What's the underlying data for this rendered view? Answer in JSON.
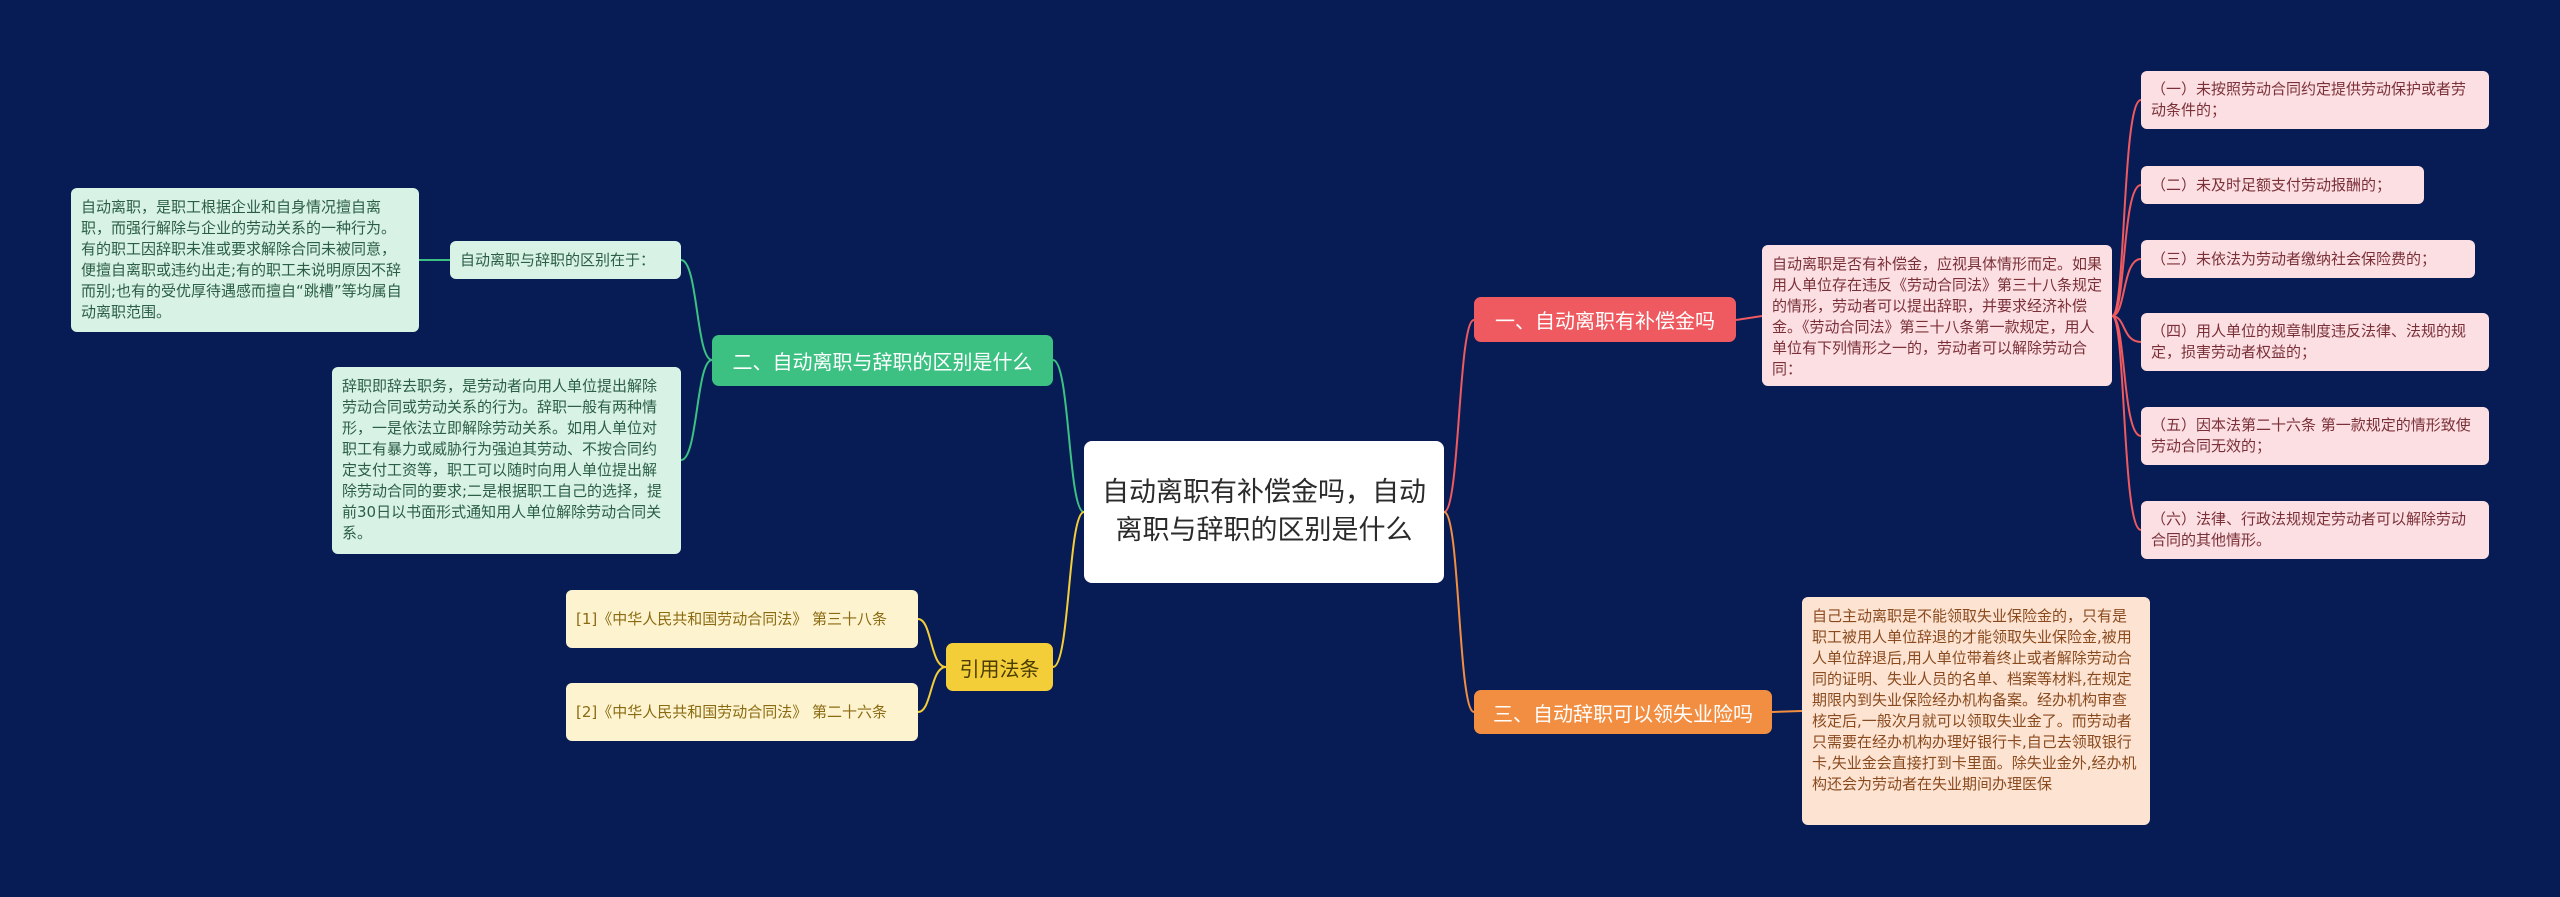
{
  "colors": {
    "background": "#071c55",
    "branch1": "#ee5a5f",
    "branch2": "#3cc183",
    "branch3": "#f28e41",
    "branch4": "#f3ce39"
  },
  "root": {
    "title": "自动离职有补偿金吗，自动离职与辞职的区别是什么"
  },
  "branch1": {
    "title": "一、自动离职有补偿金吗",
    "detail": "自动离职是否有补偿金，应视具体情形而定。如果用人单位存在违反《劳动合同法》第三十八条规定的情形，劳动者可以提出辞职，并要求经济补偿金。《劳动合同法》第三十八条第一款规定，用人单位有下列情形之一的，劳动者可以解除劳动合同：",
    "items": [
      "（一）未按照劳动合同约定提供劳动保护或者劳动条件的；",
      "（二）未及时足额支付劳动报酬的；",
      "（三）未依法为劳动者缴纳社会保险费的；",
      "（四）用人单位的规章制度违反法律、法规的规定，损害劳动者权益的；",
      "（五）因本法第二十六条 第一款规定的情形致使劳动合同无效的；",
      "（六）法律、行政法规规定劳动者可以解除劳动合同的其他情形。"
    ]
  },
  "branch2": {
    "title": "二、自动离职与辞职的区别是什么",
    "sub": "自动离职与辞职的区别在于：",
    "sub_detail": "自动离职，是职工根据企业和自身情况擅自离职，而强行解除与企业的劳动关系的一种行为。有的职工因辞职未准或要求解除合同未被同意，便擅自离职或违约出走;有的职工未说明原因不辞而别;也有的受优厚待遇感而擅自“跳槽”等均属自动离职范围。",
    "detail2": "辞职即辞去职务，是劳动者向用人单位提出解除劳动合同或劳动关系的行为。辞职一般有两种情形，一是依法立即解除劳动关系。如用人单位对职工有暴力或威胁行为强迫其劳动、不按合同约定支付工资等，职工可以随时向用人单位提出解除劳动合同的要求;二是根据职工自己的选择，提前30日以书面形式通知用人单位解除劳动合同关系。"
  },
  "branch3": {
    "title": "三、自动辞职可以领失业险吗",
    "detail": "自己主动离职是不能领取失业保险金的，只有是职工被用人单位辞退的才能领取失业保险金,被用人单位辞退后,用人单位带着终止或者解除劳动合同的证明、失业人员的名单、档案等材料,在规定期限内到失业保险经办机构备案。经办机构审查核定后,一般次月就可以领取失业金了。而劳动者只需要在经办机构办理好银行卡,自己去领取银行卡,失业金会直接打到卡里面。除失业金外,经办机构还会为劳动者在失业期间办理医保"
  },
  "branch4": {
    "title": "引用法条",
    "items": [
      "[1]《中华人民共和国劳动合同法》 第三十八条",
      "[2]《中华人民共和国劳动合同法》 第二十六条"
    ]
  }
}
